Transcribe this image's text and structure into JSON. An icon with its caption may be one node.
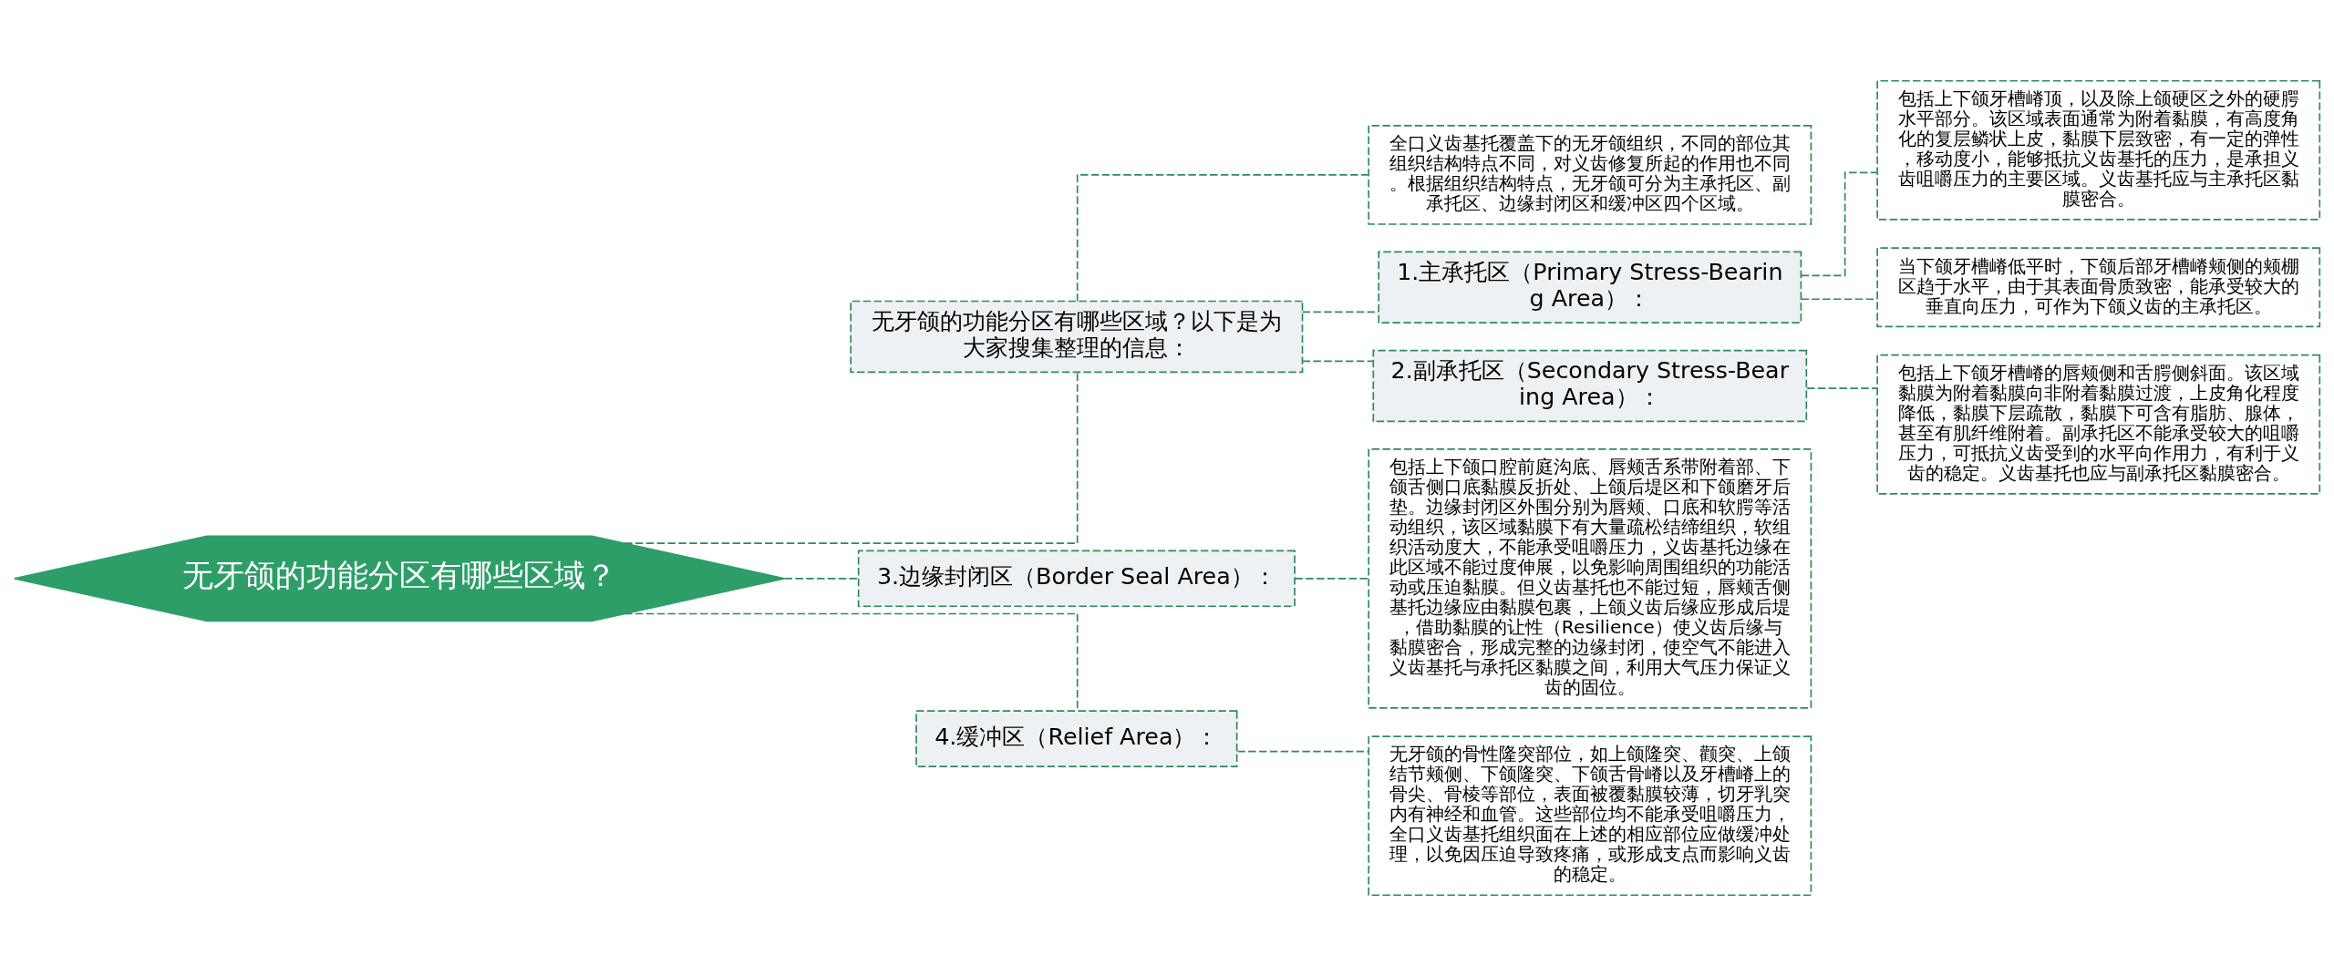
{
  "diagram": {
    "nodes": [
      {
        "text": [
          "无牙颌的功能分区有哪些区域？"
        ]
      },
      {
        "text": [
          "无牙颌的功能分区有哪些区域？以下是为大家搜集整理的信息："
        ]
      },
      {
        "text": [
          "全口义齿基托覆盖下的无牙颌组织，不同的部位其组织结构特点不同，对义齿修复所起的作用也不同。根据组织结构特点，无牙颌可分为主承托区、副承托区、边缘封闭区和缓冲区四个区域。"
        ]
      },
      {
        "text": [
          "1.主承托区（Primary Stress-Bearing Area）："
        ]
      },
      {
        "text": [
          "包括上下颌牙槽嵴顶，以及除上颌硬区之外的硬腭水平部分。该区域表面通常为附着黏膜，有高度角化的复层鳞状上皮，黏膜下层致密，有一定的弹性，移动度小，能够抵抗义齿基托的压力，是承担义齿咀嚼压力的主要区域。义齿基托应与主承托区黏膜密合。"
        ]
      },
      {
        "text": [
          "当下颌牙槽嵴低平时，下颌后部牙槽嵴颊侧的颊棚区趋于水平，由于其表面骨质致密，能承受较大的垂直向压力，可作为下颌义齿的主承托区。"
        ]
      },
      {
        "text": [
          "2.副承托区（Secondary Stress-Bearing Area）："
        ]
      },
      {
        "text": [
          "包括上下颌牙槽嵴的唇颊侧和舌腭侧斜面。该区域黏膜为附着黏膜向非附着黏膜过渡，上皮角化程度降低，黏膜下层疏散，黏膜下可含有脂肪、腺体，甚至有肌纤维附着。副承托区不能承受较大的咀嚼压力，可抵抗义齿受到的水平向作用力，有利于义齿的稳定。义齿基托也应与副承托区黏膜密合。"
        ]
      },
      {
        "text": [
          "3.边缘封闭区（Border Seal Area）："
        ]
      },
      {
        "text": [
          "包括上下颌口腔前庭沟底、唇颊舌系带附着部、下颌舌侧口底黏膜反折处、上颌后堤区和下颌磨牙后垫。边缘封闭区外围分别为唇颊、口底和软腭等活动组织，该区域黏膜下有大量疏松结缔组织，软组织活动度大，不能承受咀嚼压力，义齿基托边缘在此区域不能过度伸展，以免影响周围组织的功能活动或压迫黏膜。但义齿基托也不能过短，唇颊舌侧基托边缘应由黏膜包裹，上颌义齿后缘应形成后堤，借助黏膜的让性（Resilience）使义齿后缘与黏膜密合，形成完整的边缘封闭，使空气不能进入义齿基托与承托区黏膜之间，利用大气压力保证义齿的固位。"
        ]
      },
      {
        "text": [
          "4.缓冲区（Relief Area）："
        ]
      },
      {
        "text": [
          "无牙颌的骨性隆突部位，如上颌隆突、颧突、上颌结节颊侧、下颌隆突、下颌舌骨嵴以及牙槽嵴上的骨尖、骨棱等部位，表面被覆黏膜较薄，切牙乳突内有神经和血管。这些部位均不能承受咀嚼压力，全口义齿基托组织面在上述的相应部位应做缓冲处理，以免因压迫导致疼痛，或形成支点而影响义齿的稳定。"
        ]
      }
    ],
    "edges": [
      {
        "from": 0,
        "to": 1,
        "arrow": "none",
        "style": "dashed"
      },
      {
        "from": 1,
        "to": 2,
        "arrow": "none",
        "style": "dashed"
      },
      {
        "from": 1,
        "to": 3,
        "arrow": "none",
        "style": "dashed"
      },
      {
        "from": 3,
        "to": 4,
        "arrow": "none",
        "style": "dashed"
      },
      {
        "from": 3,
        "to": 5,
        "arrow": "none",
        "style": "dashed"
      },
      {
        "from": 1,
        "to": 6,
        "arrow": "none",
        "style": "dashed"
      },
      {
        "from": 6,
        "to": 7,
        "arrow": "none",
        "style": "dashed"
      },
      {
        "from": 0,
        "to": 8,
        "arrow": "none",
        "style": "dashed"
      },
      {
        "from": 8,
        "to": 9,
        "arrow": "none",
        "style": "dashed"
      },
      {
        "from": 0,
        "to": 10,
        "arrow": "none",
        "style": "dashed"
      },
      {
        "from": 10,
        "to": 11,
        "arrow": "none",
        "style": "dashed"
      }
    ]
  }
}
